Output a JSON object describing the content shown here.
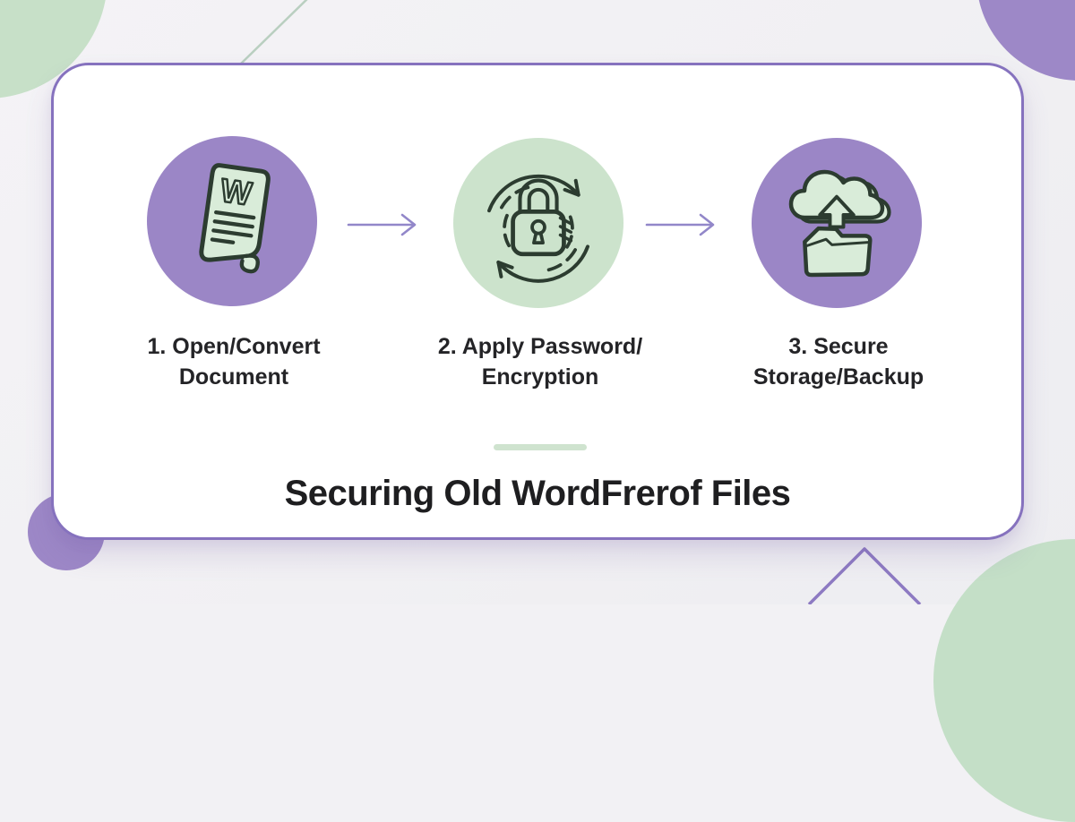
{
  "title": "Securing Old WordFrerof Files",
  "steps": [
    {
      "lines": [
        "1. Open/Convert",
        "Document"
      ],
      "icon": "word-document-icon",
      "circle_color": "#9b86c6"
    },
    {
      "lines": [
        "2. Apply Password/",
        "Encryption"
      ],
      "icon": "encryption-lock-icon",
      "circle_color": "#cce3cc"
    },
    {
      "lines": [
        "3. Secure",
        "Storage/Backup"
      ],
      "icon": "cloud-folder-backup-icon",
      "circle_color": "#9b86c6"
    }
  ],
  "connector_icon": "arrow-right-icon",
  "colors": {
    "background": "#f2f1f4",
    "card_background": "#ffffff",
    "card_border": "#8672be",
    "step_circle_purple": "#9b86c6",
    "step_circle_green": "#cce3cc",
    "icon_fill": "#d9ecd9",
    "icon_stroke": "#2c3c30",
    "arrow": "#9287c9",
    "divider": "#cfe3cf",
    "title_text": "#1e1e20",
    "label_text": "#242427",
    "decor_green": "#c7e0c8",
    "decor_purple": "#9d88c7"
  }
}
